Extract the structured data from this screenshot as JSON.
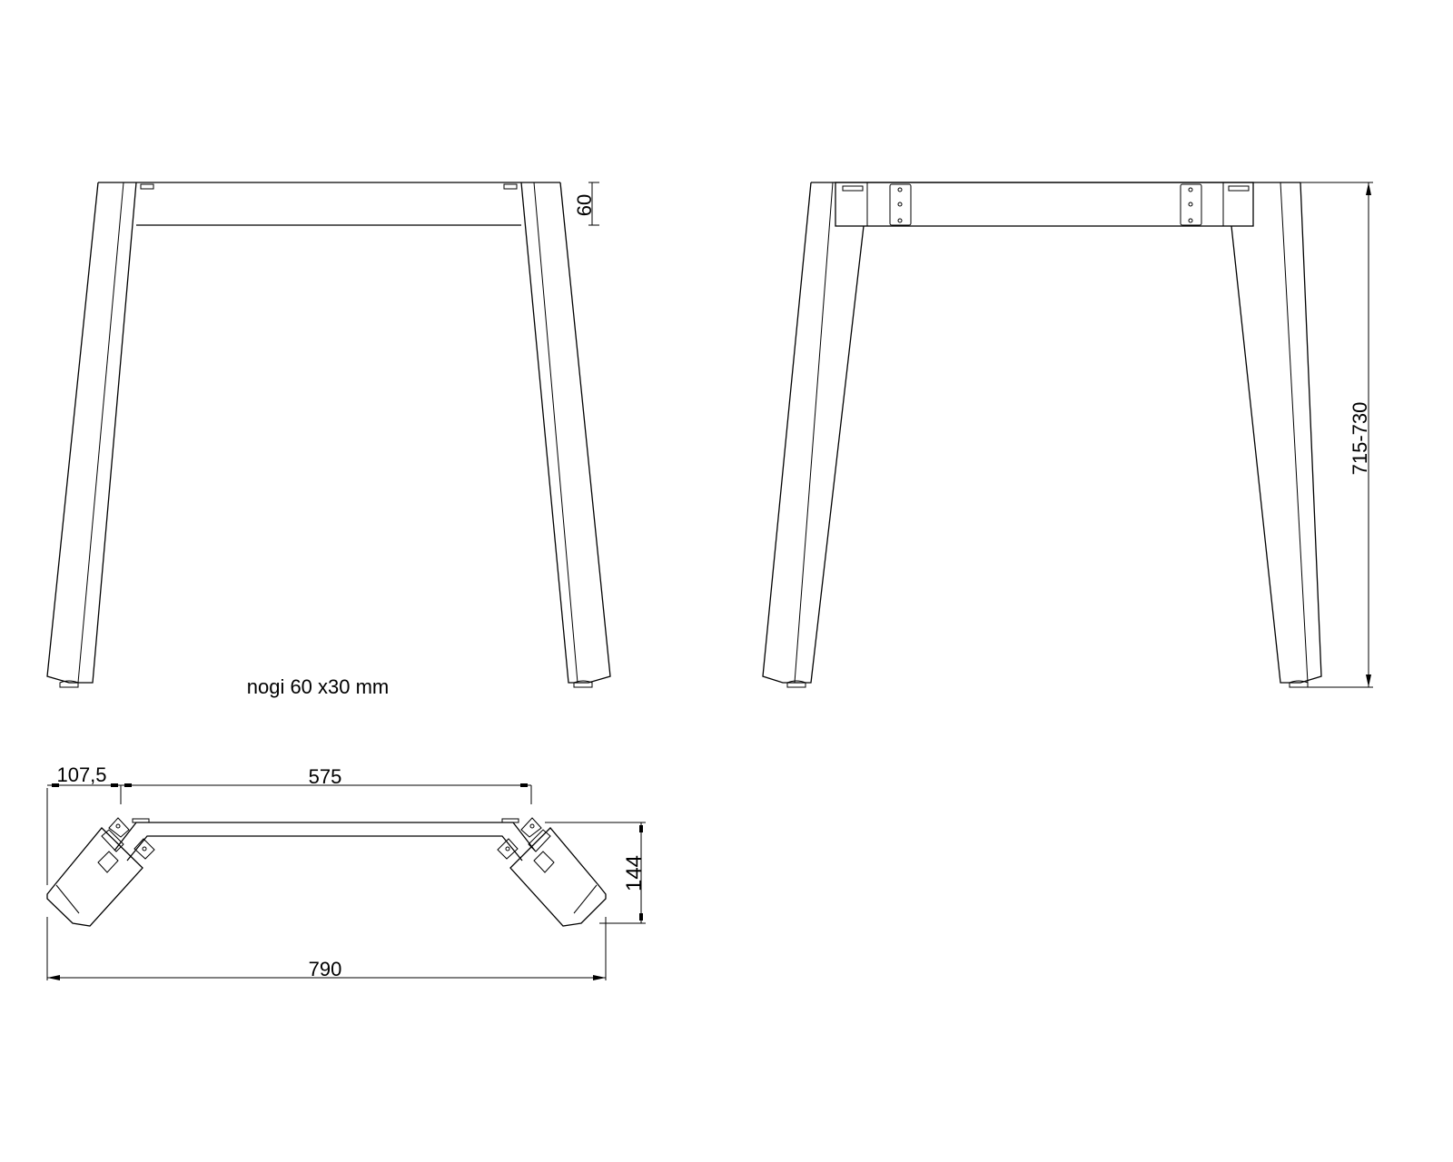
{
  "drawing": {
    "label_legs": "nogi 60 x30 mm",
    "front_view": {
      "dim_rail_height": "60"
    },
    "side_view": {
      "dim_total_height": "715-730"
    },
    "plan_view": {
      "dim_offset": "107,5",
      "dim_inner_width": "575",
      "dim_depth": "144",
      "dim_total_width": "790"
    },
    "line_color": "#000000",
    "background": "#ffffff"
  }
}
